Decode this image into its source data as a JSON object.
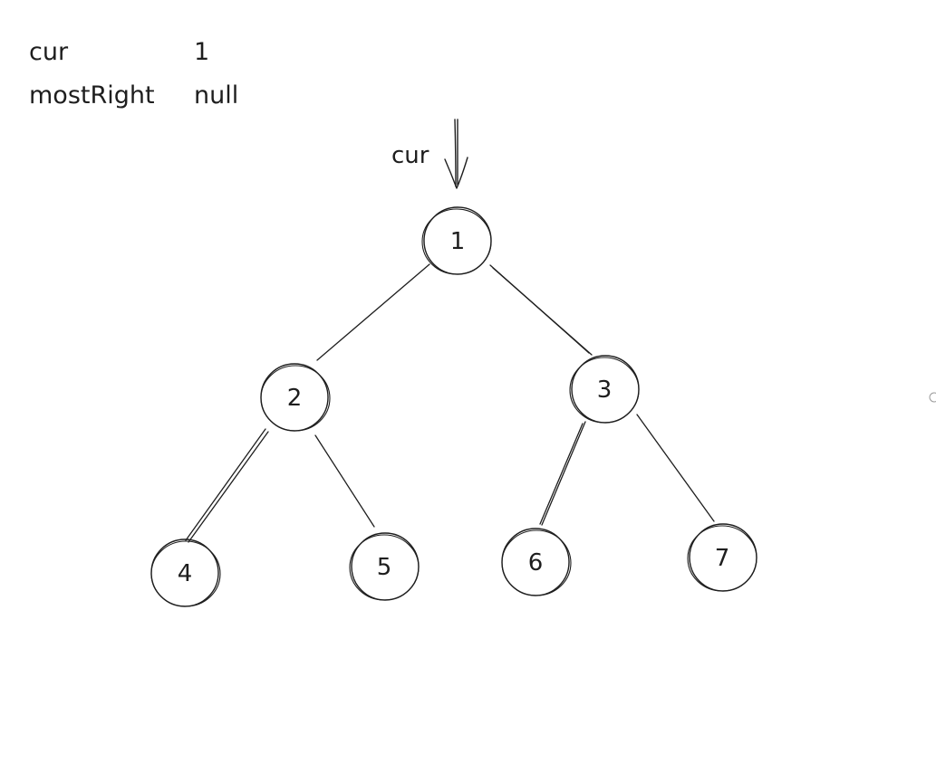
{
  "variables": [
    {
      "name": "cur",
      "value": "1"
    },
    {
      "name": "mostRight",
      "value": "null"
    }
  ],
  "pointer": {
    "label": "cur",
    "target": "1"
  },
  "tree": {
    "nodes": [
      "1",
      "2",
      "3",
      "4",
      "5",
      "6",
      "7"
    ],
    "edges": [
      [
        "1",
        "2"
      ],
      [
        "1",
        "3"
      ],
      [
        "2",
        "4"
      ],
      [
        "2",
        "5"
      ],
      [
        "3",
        "6"
      ],
      [
        "3",
        "7"
      ]
    ]
  }
}
